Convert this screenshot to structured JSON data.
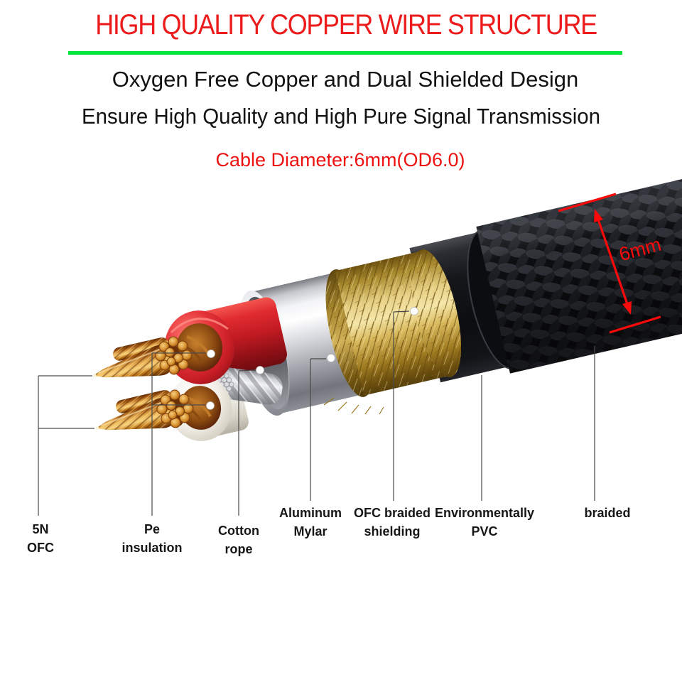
{
  "header": {
    "title": "HIGH QUALITY COPPER WIRE STRUCTURE",
    "subtitle1": "Oxygen Free Copper and Dual Shielded Design",
    "subtitle2": "Ensure High Quality and High Pure Signal Transmission",
    "diameter_note": "Cable Diameter:6mm(OD6.0)"
  },
  "dimension": {
    "label": "6mm"
  },
  "callouts": [
    {
      "id": "5n-ofc",
      "line1": "5N",
      "line2": "OFC"
    },
    {
      "id": "pe-insulation",
      "line1": "Pe",
      "line2": "insulation"
    },
    {
      "id": "cotton-rope",
      "line1": "Cotton",
      "line2": "rope"
    },
    {
      "id": "aluminum-mylar",
      "line1": "Aluminum",
      "line2": "Mylar"
    },
    {
      "id": "ofc-braided-shielding",
      "line1": "OFC braided",
      "line2": "shielding"
    },
    {
      "id": "environmentally-pvc",
      "line1": "Environmentally",
      "line2": "PVC"
    },
    {
      "id": "braided",
      "line1": "braided",
      "line2": ""
    }
  ],
  "colors": {
    "accent_red": "#ed1c1c",
    "divider_green": "#00e43c",
    "dimension_red": "#fa0a0a",
    "text_black": "#161616",
    "copper": "#eab254",
    "gold_shield": "#d9b95e",
    "mylar_silver": "#c7c9ce",
    "pvc_black": "#16171b"
  }
}
